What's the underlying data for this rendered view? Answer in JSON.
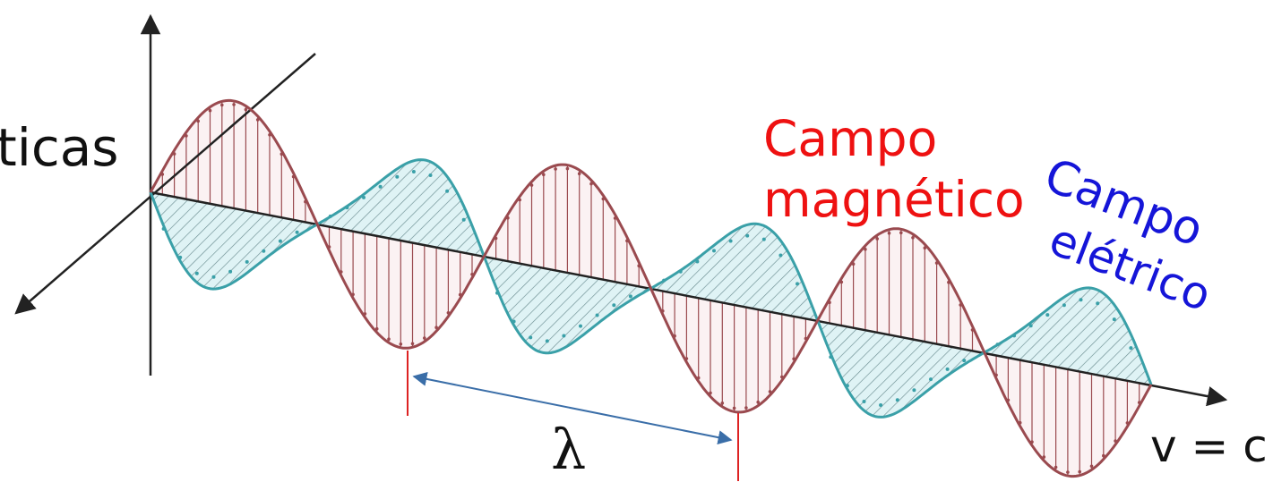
{
  "labels": {
    "left_fragment": "ticas",
    "magnetic_field": [
      "Campo",
      "magnético"
    ],
    "electric_field": [
      "Campo",
      "elétrico"
    ],
    "wavelength": "λ",
    "speed": "v = c"
  },
  "colors": {
    "magnetic_text": "#ee1111",
    "electric_text": "#1515d8",
    "magnetic_wave": "#9a4a4f",
    "electric_wave": "#3aa0a8",
    "electric_fill": "#dff3f5",
    "magnetic_fill": "#f8e8ea",
    "axes": "#222222",
    "wavelength_arrow": "#3a6ea8",
    "wavelength_marker": "#dd2222"
  },
  "wave": {
    "cycles": 3
  }
}
